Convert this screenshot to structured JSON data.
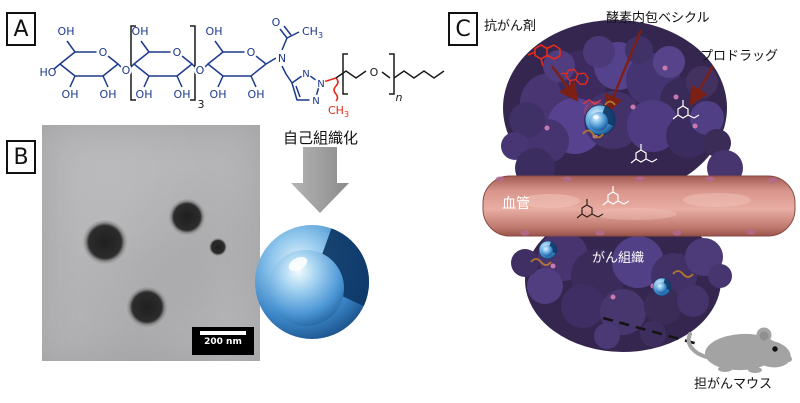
{
  "figure": {
    "panel_a_label": "A",
    "panel_b_label": "B",
    "panel_c_label": "C",
    "self_assembly_arrow_label": "自己組織化"
  },
  "chemistry": {
    "oh": "OH",
    "ho": "HO",
    "o": "O",
    "n_atom": "N",
    "ch": "CH",
    "three_sub": "3",
    "sugar_repeat_sub": "3",
    "peg_repeat_sub": "n",
    "colors": {
      "saccharide_blue": "#1d3a8c",
      "polymer_red": "#e02818",
      "bond_black": "#1a1a1a"
    }
  },
  "tem": {
    "scale_bar_label": "200 nm"
  },
  "panel_c": {
    "anticancer_drug_label": "抗がん剤",
    "enzyme_vesicle_label": "酵素内包ベシクル",
    "prodrug_label": "プロドラッグ",
    "blood_vessel_label": "血管",
    "cancer_tissue_label": "がん組織",
    "tumor_mouse_label": "担がんマウス"
  },
  "colors": {
    "vesicle_blue": "#3b86c8",
    "tumor_purple": "#45336e",
    "vessel_pink": "#d9958b",
    "mouse_gray": "#a3a3a3",
    "arrow_gray": "#9c9c9c",
    "background": "#ffffff"
  }
}
